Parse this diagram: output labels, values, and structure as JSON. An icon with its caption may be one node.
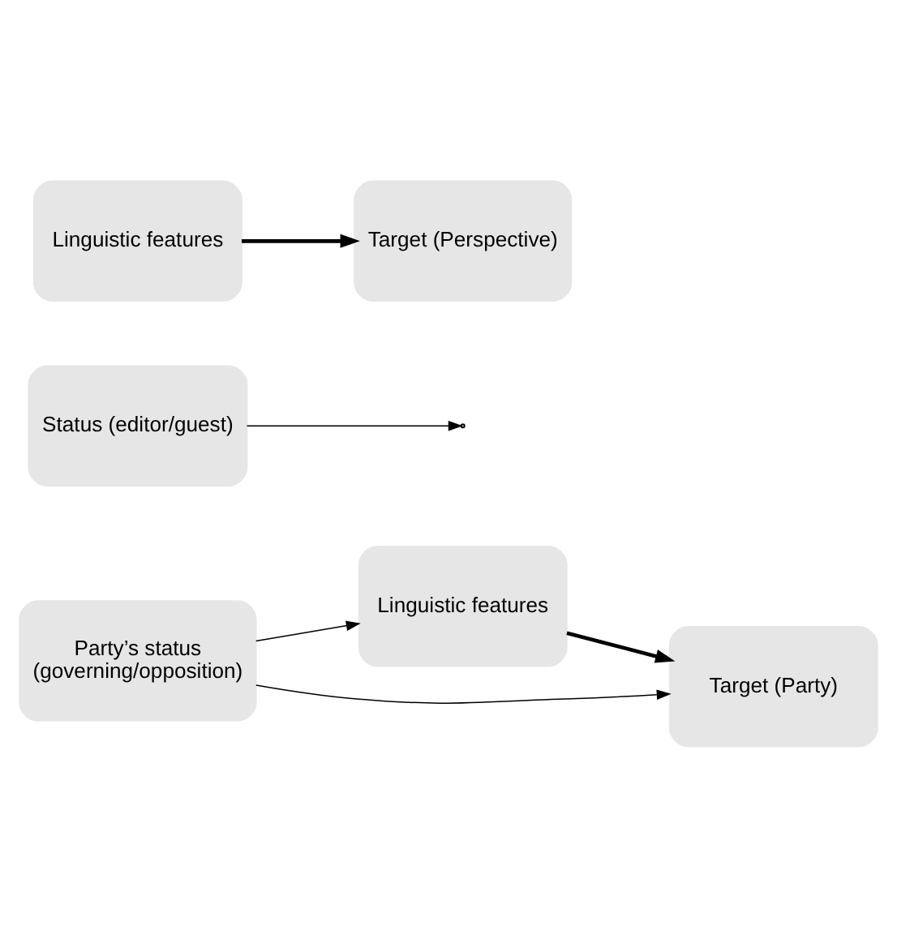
{
  "diagram": {
    "nodes": [
      {
        "text": [
          "Party’s status (governing/opposition)"
        ]
      },
      {
        "text": [
          "Linguistic features"
        ]
      },
      {
        "text": [
          "Target (Party)"
        ]
      },
      {
        "text": [
          "Status (editor/guest)"
        ]
      },
      {
        "text": [
          "Linguistic features"
        ]
      },
      {
        "text": [
          "Target (Perspective)"
        ]
      }
    ],
    "edges": [
      {
        "from": 0,
        "to": 2,
        "arrow": "to"
      },
      {
        "from": 0,
        "to": 1,
        "arrow": "to"
      },
      {
        "from": 1,
        "to": 2,
        "arrow": "to",
        "style": "thick"
      },
      {
        "from": 3,
        "to": null,
        "arrow": "to"
      },
      {
        "from": 4,
        "to": 5,
        "arrow": "to",
        "style": "thick"
      }
    ]
  }
}
